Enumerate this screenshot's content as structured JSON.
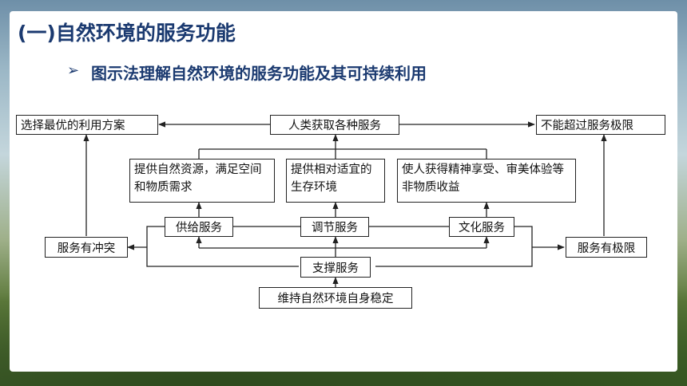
{
  "heading": {
    "title": "(一)自然环境的服务功能",
    "subtitle": "图示法理解自然环境的服务功能及其可持续利用",
    "bullet": "➢"
  },
  "nodes": {
    "choose_best": "选择最优的利用方案",
    "human_obtain": "人类获取各种服务",
    "not_exceed": "不能超过服务极限",
    "provide_resources": "提供自然资源，满足空间和物质需求",
    "provide_environment": "提供相对适宜的生存环境",
    "spiritual": "使人获得精神享受、审美体验等非物质收益",
    "supply": "供给服务",
    "regulate": "调节服务",
    "culture": "文化服务",
    "conflict": "服务有冲突",
    "limit": "服务有极限",
    "support": "支撑服务",
    "maintain": "维持自然环境自身稳定"
  },
  "colors": {
    "title": "#1b3a70",
    "line": "#222222"
  }
}
